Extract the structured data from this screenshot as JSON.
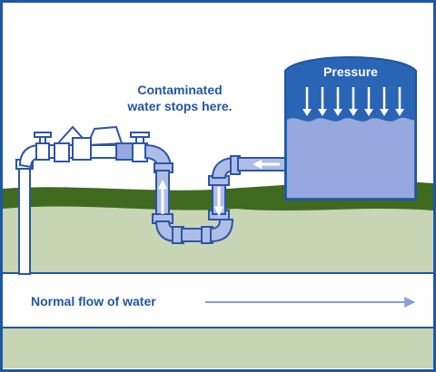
{
  "labels": {
    "pressure": "Pressure",
    "contaminated_line1": "Contaminated",
    "contaminated_line2": "water stops here.",
    "flow": "Normal flow of water"
  },
  "colors": {
    "frame": "#1f56a6",
    "pipe_fill": "#aebde6",
    "pipe_outline": "#2d55a8",
    "tank_fill": "#2a64b5",
    "water_fill": "#96a8dd",
    "grass": "#3f6a1f",
    "ground": "#c8d5b5",
    "text": "#1f56a6"
  },
  "icons": [
    "down-arrow-icon",
    "flow-arrow-icon",
    "up-arrow-icon",
    "left-arrow-icon",
    "valve-icon"
  ]
}
